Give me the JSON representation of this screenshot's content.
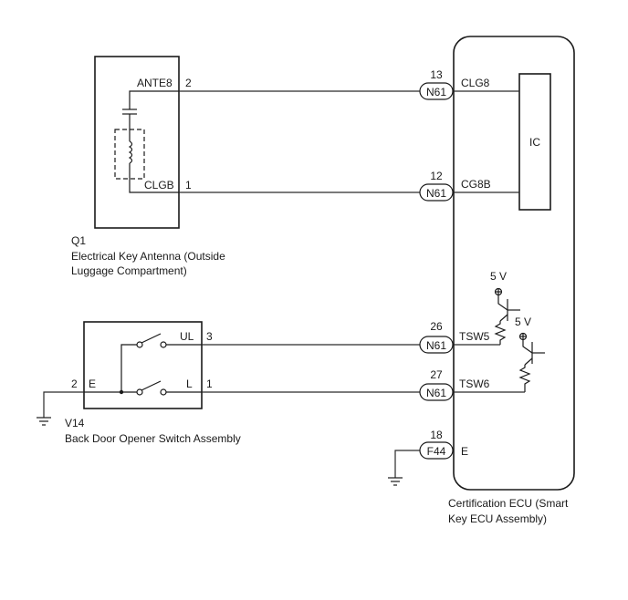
{
  "components": {
    "antenna": {
      "code": "Q1",
      "name_line1": "Electrical Key Antenna (Outside",
      "name_line2": "Luggage Compartment)",
      "pins": [
        {
          "num": "2",
          "label": "ANTE8"
        },
        {
          "num": "1",
          "label": "CLGB"
        }
      ]
    },
    "switch": {
      "code": "V14",
      "name": "Back Door Opener Switch Assembly",
      "pins": [
        {
          "num": "3",
          "label": "UL"
        },
        {
          "num": "1",
          "label": "L"
        },
        {
          "num": "2",
          "label": "E"
        }
      ]
    },
    "ecu": {
      "name_line1": "Certification ECU (Smart",
      "name_line2": "Key ECU Assembly)",
      "ic_label": "IC",
      "supply_labels": [
        "5 V",
        "5 V"
      ]
    }
  },
  "connections": [
    {
      "pin": "13",
      "connector": "N61",
      "signal": "CLG8"
    },
    {
      "pin": "12",
      "connector": "N61",
      "signal": "CG8B"
    },
    {
      "pin": "26",
      "connector": "N61",
      "signal": "TSW5"
    },
    {
      "pin": "27",
      "connector": "N61",
      "signal": "TSW6"
    },
    {
      "pin": "18",
      "connector": "F44",
      "signal": "E"
    }
  ]
}
